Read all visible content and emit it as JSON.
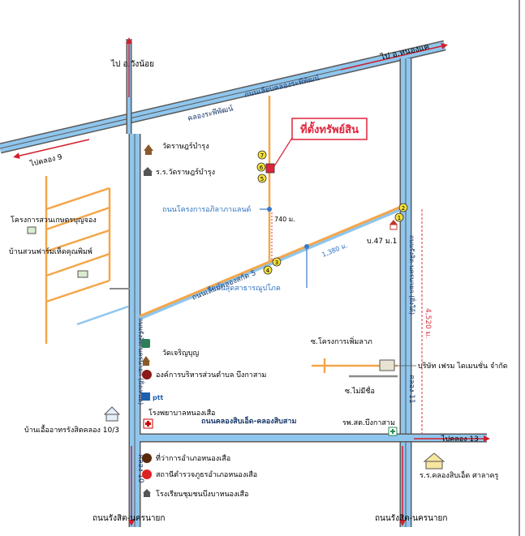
{
  "colors": {
    "road_fill": "#8fc6ee",
    "road_edge": "#5a5a5a",
    "arrow": "#d21f2c",
    "canal": "#f4a64a",
    "marker": "#3b78c8",
    "label_blue": "#2f6fc0",
    "property": "#e0233b",
    "circle_yellow": "#f4e03a",
    "distance_red": "#d9333f"
  },
  "roads": {
    "top": "ถนนเลียบคลองระพีพัฒน์",
    "top_canal": "คลองระพีพัฒน์",
    "canal5": "ถนนเลียบคลองสกัด 5",
    "bottom": "ถนนคลองสิบเอ็ด-คลองสิบสาม",
    "left_vertical": "ถนนรังสิต-นครนายก (ฝั่งเหนือ)",
    "left_vertical_code": "คลอง 10",
    "right_vertical": "ถนนรังสิต-นครนายก (ฝั่งใต้)",
    "right_vertical_code": "คลอง 11"
  },
  "directions": {
    "top_left": "ไป อ.วังน้อย",
    "top_right": "ไป อ.หนองแค",
    "left": "ไปคลอง 9",
    "bottom_right": "ไปคลอง 13",
    "bottom_left": "ถนนรังสิต-นครนายก",
    "bottom_right_road": "ถนนรังสิต-นครนายก"
  },
  "property": {
    "label": "ที่ตั้งทรัพย์สิน"
  },
  "projects": {
    "abhilasa": "ถนนโครงการอภิลาภาแลนด์",
    "end_point": "จุดสิ้นสุดสาธารณูปโภค",
    "bun_jong": "โครงการสวนเกษตรบุญจอง",
    "mushroom": "บ้านสวนฟาร์มเห็ดคุณพิมพ์"
  },
  "distances": {
    "d740": "740 ม.",
    "d1380": "1,380 ม.",
    "d4520": "4,520 ม."
  },
  "markers": {
    "m1": "1",
    "m2": "2",
    "m3": "3",
    "m4": "4",
    "m5": "5",
    "m6": "6",
    "m7": "7"
  },
  "landmarks": {
    "wat_rat": "วัดราษฎร์บำรุง",
    "school_rat": "ร.ร.วัดราษฎร์บำรุง",
    "moo47": "บ.47 ม.1",
    "wat_charoen": "วัดเจริญบุญ",
    "obt": "องค์การบริหารส่วนตำบล บึงกาสาม",
    "ptt": "ptt",
    "hospital": "โรงพยาบาลหนองเสือ",
    "elderly_home": "บ้านเอื้ออาทรรังสิตคลอง 10/3",
    "health_station": "รพ.สต.บึงกาสาม",
    "district_office": "ที่ว่าการอำเภอหนองเสือ",
    "police": "สถานีตำรวจภูธรอำเภอหนองเสือ",
    "community_school": "โรงเรียนชุมชนบึงบาหนองเสือ",
    "school_11": "ร.ร.คลองสิบเอ็ด ศาลาครู",
    "soi_project": "ซ.โครงการเพิ่มลาภ",
    "firm": "บริษัท เฟรม ไดเมนชั่น จำกัด",
    "soi_none": "ซ.ไม่มีชื่อ"
  }
}
